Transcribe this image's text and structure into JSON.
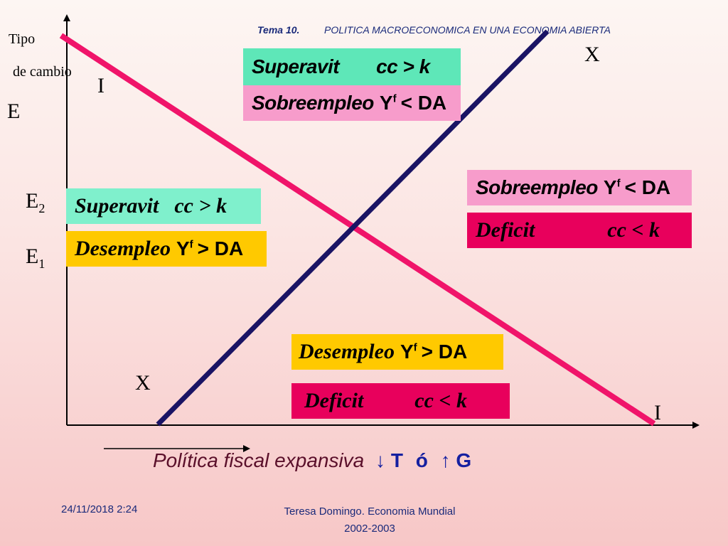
{
  "header": {
    "tema": "Tema 10.",
    "title": "POLITICA MACROECONOMICA EN UNA ECONOMIA ABIERTA"
  },
  "axis": {
    "ylabel_line1": "Tipo",
    "ylabel_line2": "de cambio",
    "e_label": "E",
    "e2_base": "E",
    "e2_sub": "2",
    "e1_base": "E",
    "e1_sub": "1"
  },
  "curves": {
    "ii_top_label": "I",
    "ii_bottom_label": "I",
    "xx_top_label": "X",
    "xx_bottom_label": "X",
    "ii_color": "#f0146a",
    "xx_color": "#1a1464"
  },
  "boxes": {
    "top_superavit_label": "Superavit",
    "top_superavit_rel": "cc > k",
    "top_sobre_label": "Sobreempleo",
    "top_sobre_y": "Y",
    "top_sobre_sup": "f",
    "top_sobre_rel": "< DA",
    "left_superavit_label": "Superavit",
    "left_superavit_rel": "cc > k",
    "left_desem_label": "Desempleo",
    "left_desem_y": "Y",
    "left_desem_sup": "f",
    "left_desem_rel": "> DA",
    "right_sobre_label": "Sobreempleo",
    "right_sobre_y": "Y",
    "right_sobre_sup": "f",
    "right_sobre_rel": "< DA",
    "right_deficit_label": "Deficit",
    "right_deficit_rel": "cc < k",
    "bottom_desem_label": "Desempleo",
    "bottom_desem_y": "Y",
    "bottom_desem_sup": "f",
    "bottom_desem_rel": "> DA",
    "bottom_deficit_label": "Deficit",
    "bottom_deficit_rel": "cc < k"
  },
  "policy": {
    "text": "Política fiscal expansiva",
    "arrow_down": "↓",
    "t": "T",
    "o": "ó",
    "arrow_up": "↑",
    "g": "G"
  },
  "footer": {
    "date": "24/11/2018 2:24",
    "author": "Teresa Domingo. Economia Mundial",
    "years": "2002-2003"
  }
}
